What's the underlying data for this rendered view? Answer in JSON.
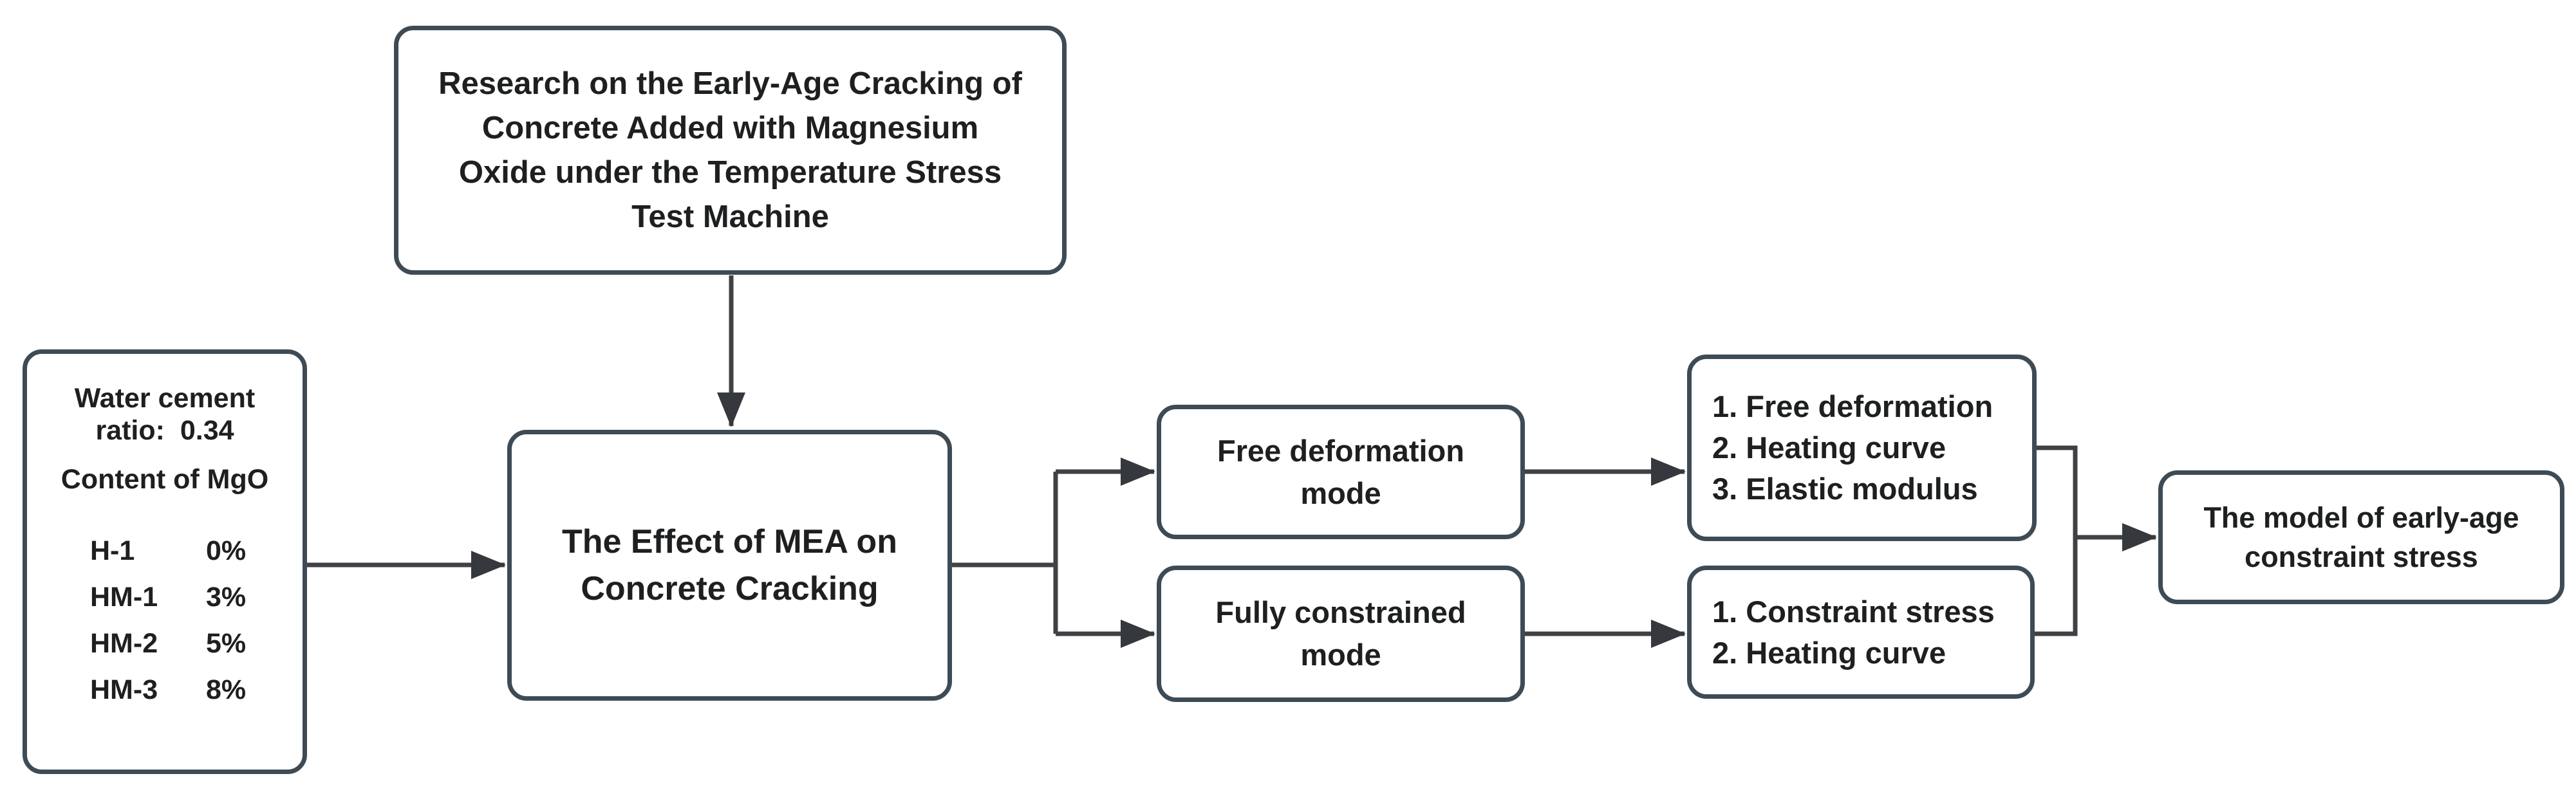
{
  "diagram": {
    "top_box": {
      "lines": [
        "Research on the Early-Age Cracking of",
        "Concrete Added with Magnesium",
        "Oxide under the Temperature Stress",
        "Test Machine"
      ]
    },
    "left_box": {
      "title_line1": "Water cement",
      "title_line2": "ratio:  0.34",
      "subtitle": "Content of MgO",
      "mgo_table": [
        {
          "label": "H-1",
          "value": "0%"
        },
        {
          "label": "HM-1",
          "value": "3%"
        },
        {
          "label": "HM-2",
          "value": "5%"
        },
        {
          "label": "HM-3",
          "value": "8%"
        }
      ]
    },
    "center_box": {
      "lines": [
        "The Effect of MEA on",
        "Concrete Cracking"
      ]
    },
    "free_mode_box": {
      "lines": [
        "Free deformation",
        "mode"
      ]
    },
    "constrained_mode_box": {
      "lines": [
        "Fully constrained",
        "mode"
      ]
    },
    "free_outputs_box": {
      "items": [
        "1. Free deformation",
        "2. Heating curve",
        "3. Elastic modulus"
      ]
    },
    "constrained_outputs_box": {
      "items": [
        "1. Constraint stress",
        "2. Heating curve"
      ]
    },
    "final_box": {
      "lines": [
        "The model of early-age",
        "constraint stress"
      ]
    }
  },
  "colors": {
    "background": "#ffffff",
    "box_border": "#3e4b55",
    "connector": "#3f4145",
    "arrowhead": "#35393d",
    "text": "#1d1f20"
  }
}
